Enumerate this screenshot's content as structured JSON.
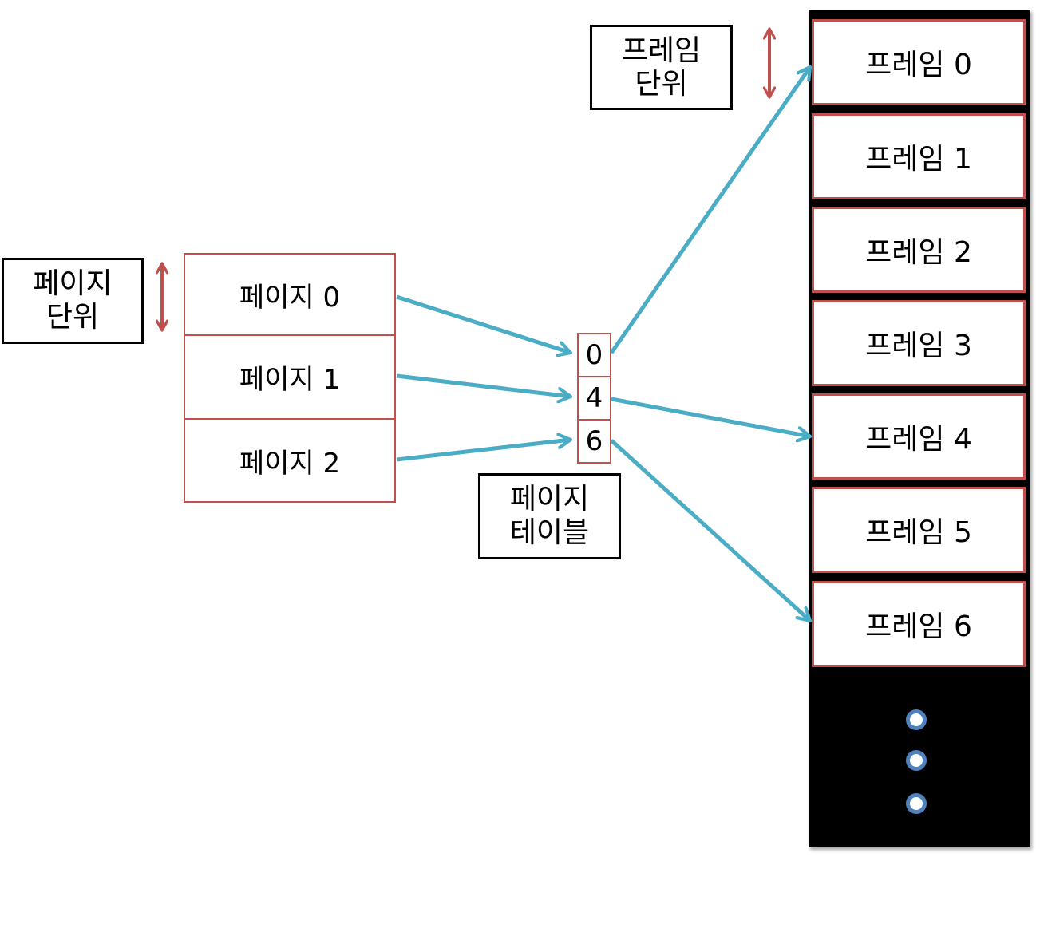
{
  "page_unit_label": [
    "페이지",
    "단위"
  ],
  "frame_unit_label": [
    "프레임",
    "단위"
  ],
  "page_table_label": [
    "페이지",
    "테이블"
  ],
  "pages": [
    "페이지 0",
    "페이지 1",
    "페이지 2"
  ],
  "page_table": [
    "0",
    "4",
    "6"
  ],
  "frames": [
    "프레임 0",
    "프레임 1",
    "프레임 2",
    "프레임 3",
    "프레임 4",
    "프레임 5",
    "프레임 6"
  ],
  "colors": {
    "arrow": "#4bacc6",
    "cell_border": "#c0504d",
    "memory_bg": "#000000",
    "dot_border": "#4f81bd"
  }
}
